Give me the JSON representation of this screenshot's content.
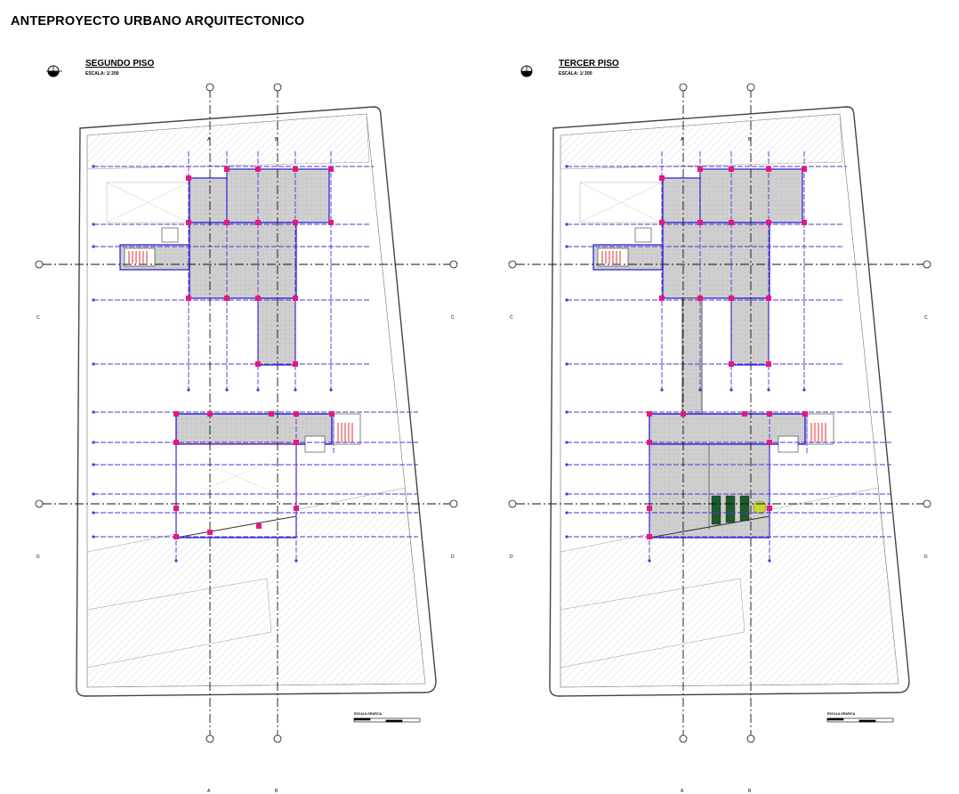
{
  "sheet": {
    "title": "ANTEPROYECTO URBANO ARQUITECTONICO"
  },
  "plans": [
    {
      "id": "segundo",
      "title": "SEGUNDO PISO",
      "scale": "ESCALA: 1/ 200",
      "graphic_scale": "ESCALA GRAFICA"
    },
    {
      "id": "tercer",
      "title": "TERCER PISO",
      "scale": "ESCALA: 1/ 200",
      "graphic_scale": "ESCALA GRAFICA"
    }
  ],
  "axes": {
    "letter_a": "A",
    "letter_b": "B",
    "row_c": "C",
    "row_d": "D"
  },
  "colors": {
    "grid_line": "#5a2fd6",
    "axis_line": "#111111",
    "column": "#e8187a",
    "wall": "#1b1bd8",
    "floor": "#c9c9c9",
    "hatch": "#c8c8c8",
    "stair": "#e01818",
    "terrain": "#444444",
    "planter": "#1e5a2e"
  }
}
